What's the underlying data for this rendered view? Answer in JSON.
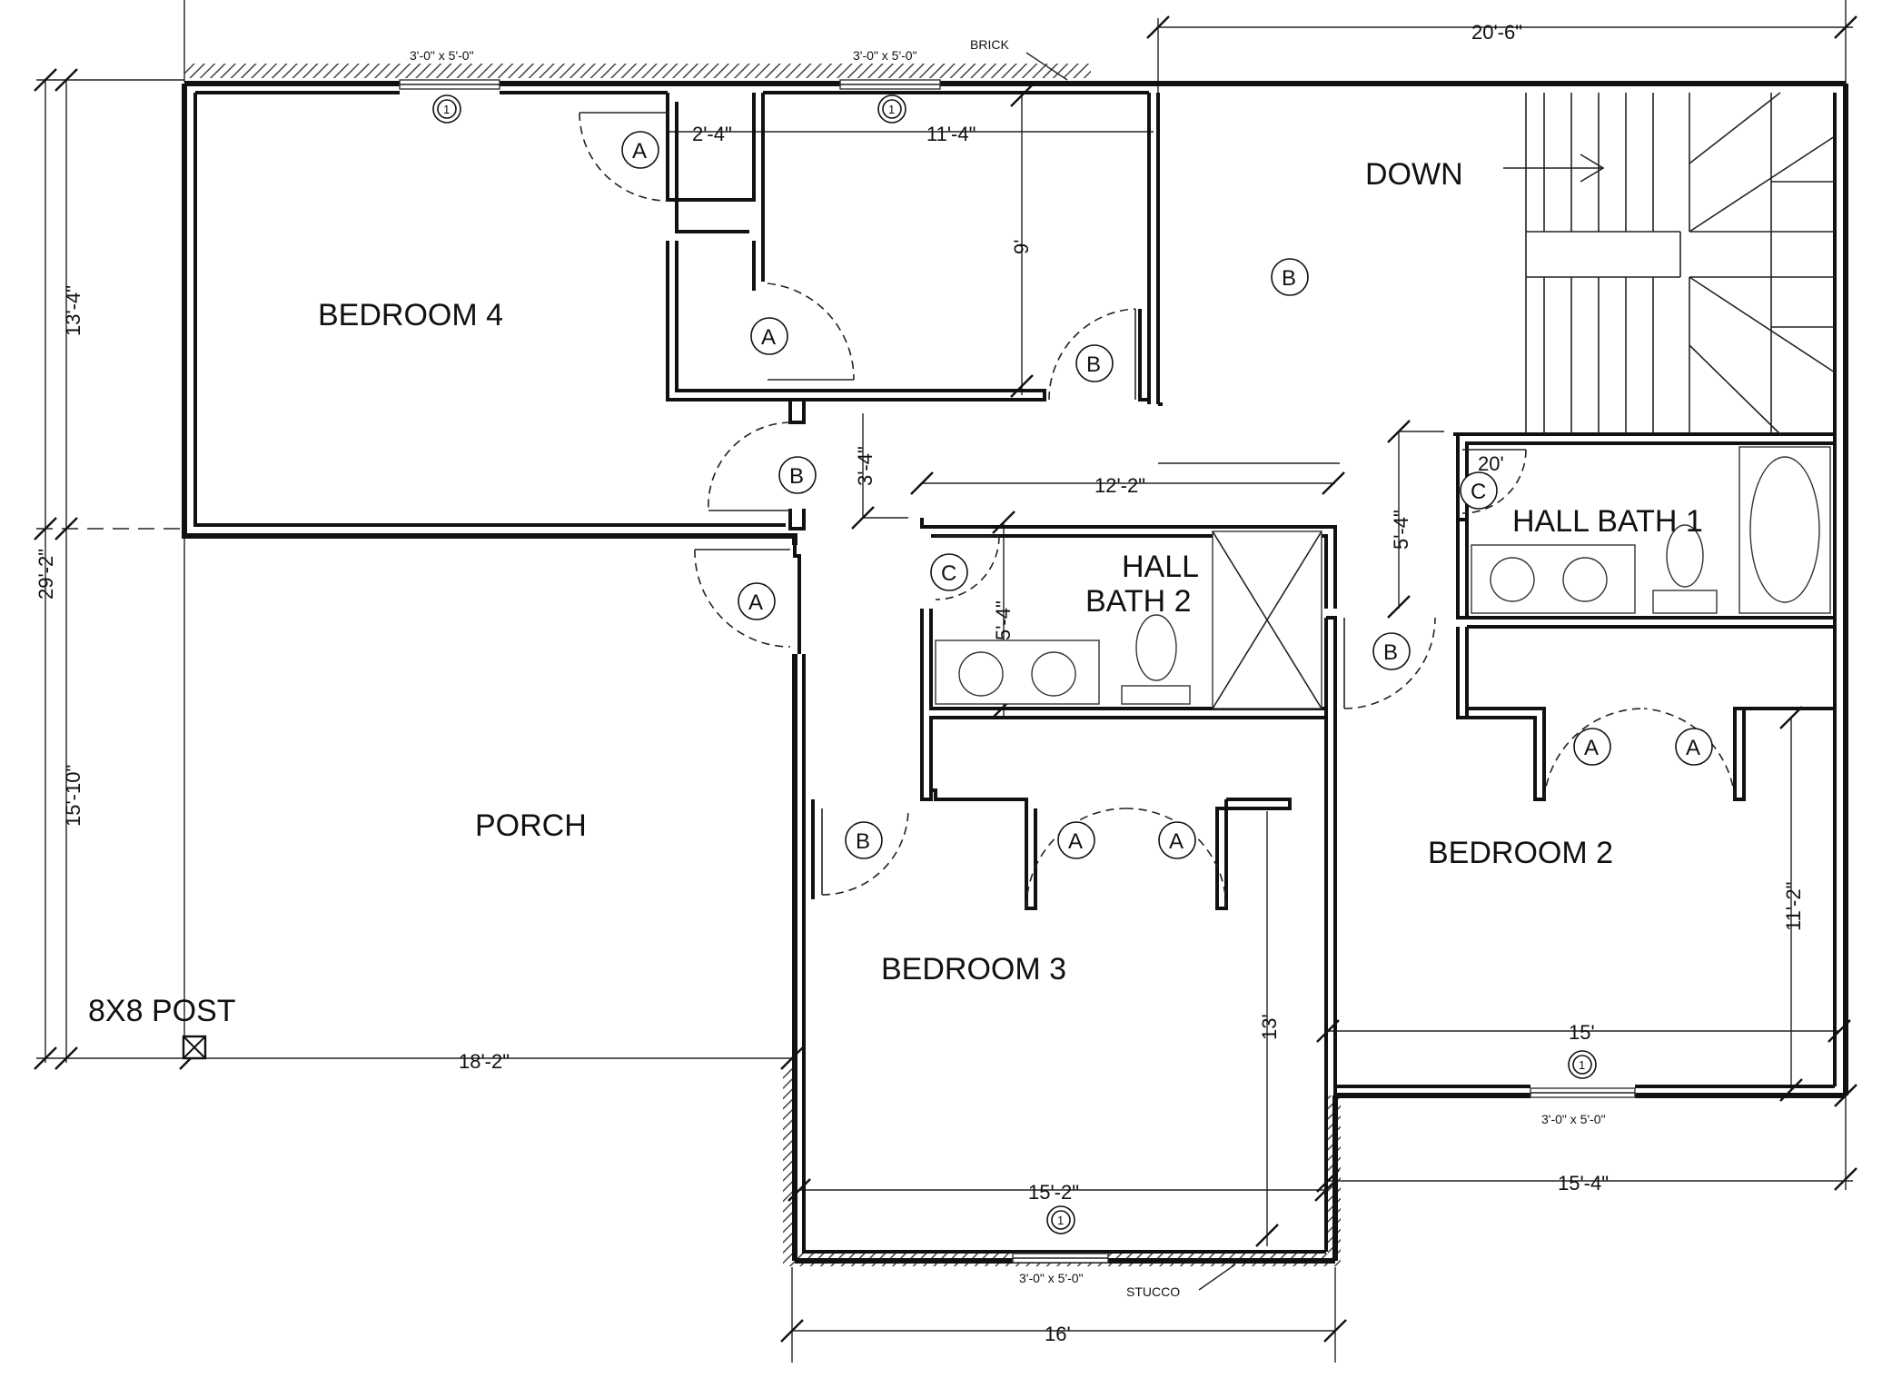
{
  "rooms": {
    "bedroom4": "BEDROOM 4",
    "porch": "PORCH",
    "bedroom3": "BEDROOM 3",
    "bedroom2": "BEDROOM 2",
    "hall_bath1": "HALL BATH 1",
    "hall_bath2_line1": "HALL",
    "hall_bath2_line2": "BATH 2",
    "stairs": "DOWN"
  },
  "notes": {
    "post": "8X8 POST",
    "brick": "BRICK",
    "stucco": "STUCCO"
  },
  "window_size": "3'-0\" x 5'-0\"",
  "window_tag": "1",
  "door_tags": {
    "a": "A",
    "b": "B",
    "c": "C"
  },
  "dimensions": {
    "overall_top_right": "20'-6\"",
    "left_upper": "13'-4\"",
    "left_total": "29'-2\"",
    "left_lower": "15'-10\"",
    "closet_width": "2'-4\"",
    "room_width": "11'-4\"",
    "room_depth": "9'",
    "hall_gap": "3'-4\"",
    "bath2_width": "12'-2\"",
    "bath2_depth": "5'-4\"",
    "bath1_depth": "5'-4\"",
    "bath1_width": "20'",
    "porch_width": "18'-2\"",
    "bed3_depth": "13'",
    "bed3_width": "15'-2\"",
    "bed2_width": "15'",
    "bed2_depth": "11'-2\"",
    "right_lower": "15'-4\"",
    "bottom_total": "16'"
  }
}
